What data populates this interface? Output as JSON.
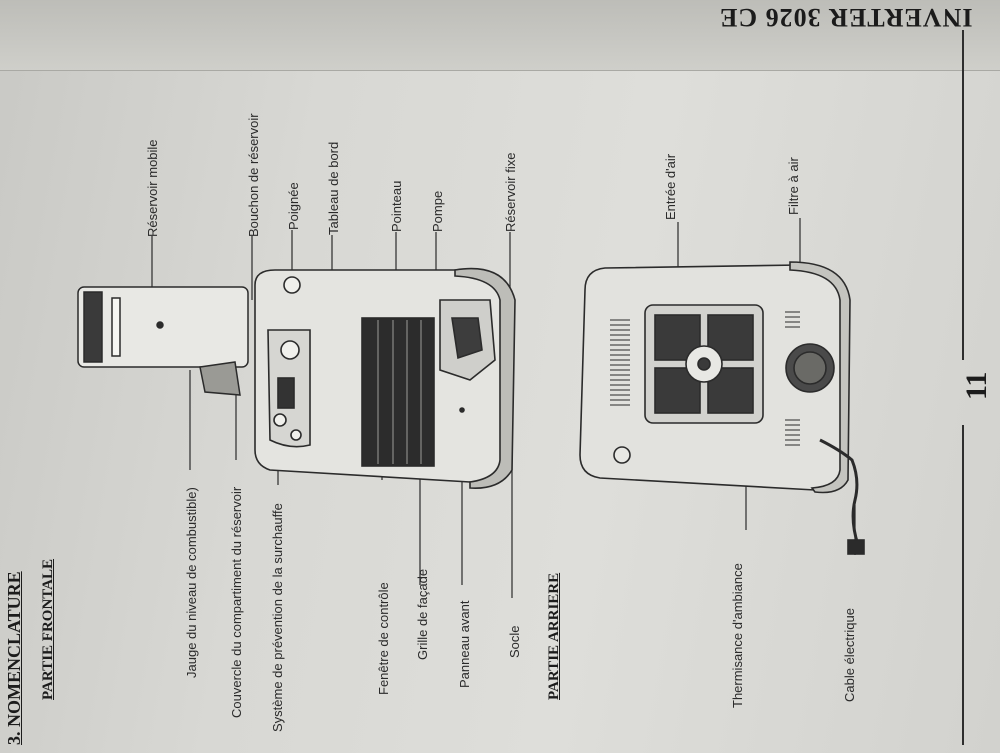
{
  "header": {
    "model": "INVERTER 3026 CE"
  },
  "chapter": {
    "title": "3. NOMENCLATURE"
  },
  "sections": {
    "front": {
      "title": "PARTIE FRONTALE"
    },
    "rear": {
      "title": "PARTIE ARRIERE"
    }
  },
  "front_labels": {
    "reservoir_mobile": "Réservoir mobile",
    "bouchon_reservoir": "Bouchon de réservoir",
    "poignee": "Poignée",
    "tableau_de_bord": "Tableau de bord",
    "pointeau": "Pointeau",
    "pompe": "Pompe",
    "reservoir_fixe": "Réservoir fixe",
    "jauge": "Jauge du niveau de combustible)",
    "couvercle": "Couvercle du compartiment du réservoir",
    "systeme": "Système de prévention de la surchauffe",
    "fenetre": "Fenêtre de contrôle",
    "grille": "Grille de façade",
    "panneau": "Panneau avant",
    "socle": "Socle"
  },
  "rear_labels": {
    "entree_air": "Entrée d'air",
    "filtre_air": "Filtre à air",
    "thermistance": "Thermisance d'ambiance",
    "cable": "Cable électrique"
  },
  "page_number": "11"
}
